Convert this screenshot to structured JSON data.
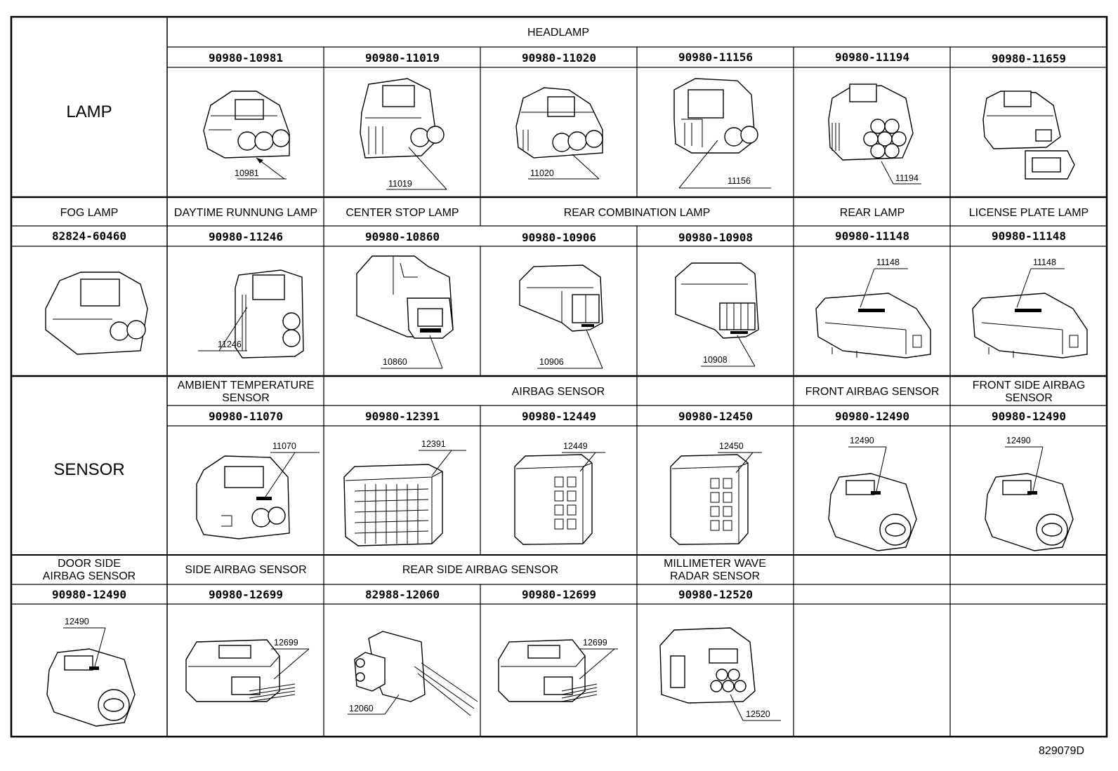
{
  "groups": {
    "lamp": "LAMP",
    "sensor": "SENSOR"
  },
  "headers": {
    "headlamp": "HEADLAMP",
    "fog_lamp": "FOG LAMP",
    "daytime": "DAYTIME RUNNUNG LAMP",
    "center_stop": "CENTER STOP LAMP",
    "rear_combination": "REAR COMBINATION LAMP",
    "rear_lamp": "REAR LAMP",
    "license_plate": "LICENSE PLATE LAMP",
    "ambient_l1": "AMBIENT TEMPERATURE",
    "ambient_l2": "SENSOR",
    "airbag": "AIRBAG SENSOR",
    "front_airbag": "FRONT AIRBAG SENSOR",
    "front_side_l1": "FRONT SIDE AIRBAG",
    "front_side_l2": "SENSOR",
    "door_side_l1": "DOOR SIDE",
    "door_side_l2": "AIRBAG SENSOR",
    "side_airbag": "SIDE AIRBAG SENSOR",
    "rear_side_airbag": "REAR SIDE AIRBAG SENSOR",
    "mmwave_l1": "MILLIMETER WAVE",
    "mmwave_l2": "RADAR SENSOR"
  },
  "part_numbers": {
    "row1": [
      "90980-10981",
      "90980-11019",
      "90980-11020",
      "90980-11156",
      "90980-11194",
      "90980-11659"
    ],
    "row2": [
      "82824-60460",
      "90980-11246",
      "90980-10860",
      "90980-10906",
      "90980-10908",
      "90980-11148",
      "90980-11148"
    ],
    "row3": [
      "90980-11070",
      "90980-12391",
      "90980-12449",
      "90980-12450",
      "90980-12490",
      "90980-12490"
    ],
    "row4": [
      "90980-12490",
      "90980-12699",
      "82988-12060",
      "90980-12699",
      "90980-12520"
    ]
  },
  "callouts": {
    "row1": [
      "10981",
      "11019",
      "11020",
      "11156",
      "11194"
    ],
    "row2": [
      "11246",
      "10860",
      "10906",
      "10908",
      "11148",
      "11148"
    ],
    "row3": [
      "11070",
      "12391",
      "12449",
      "12450",
      "12490",
      "12490"
    ],
    "row4": [
      "12490",
      "12699",
      "12060",
      "12699",
      "12520"
    ]
  },
  "drawing_code": "829079D"
}
